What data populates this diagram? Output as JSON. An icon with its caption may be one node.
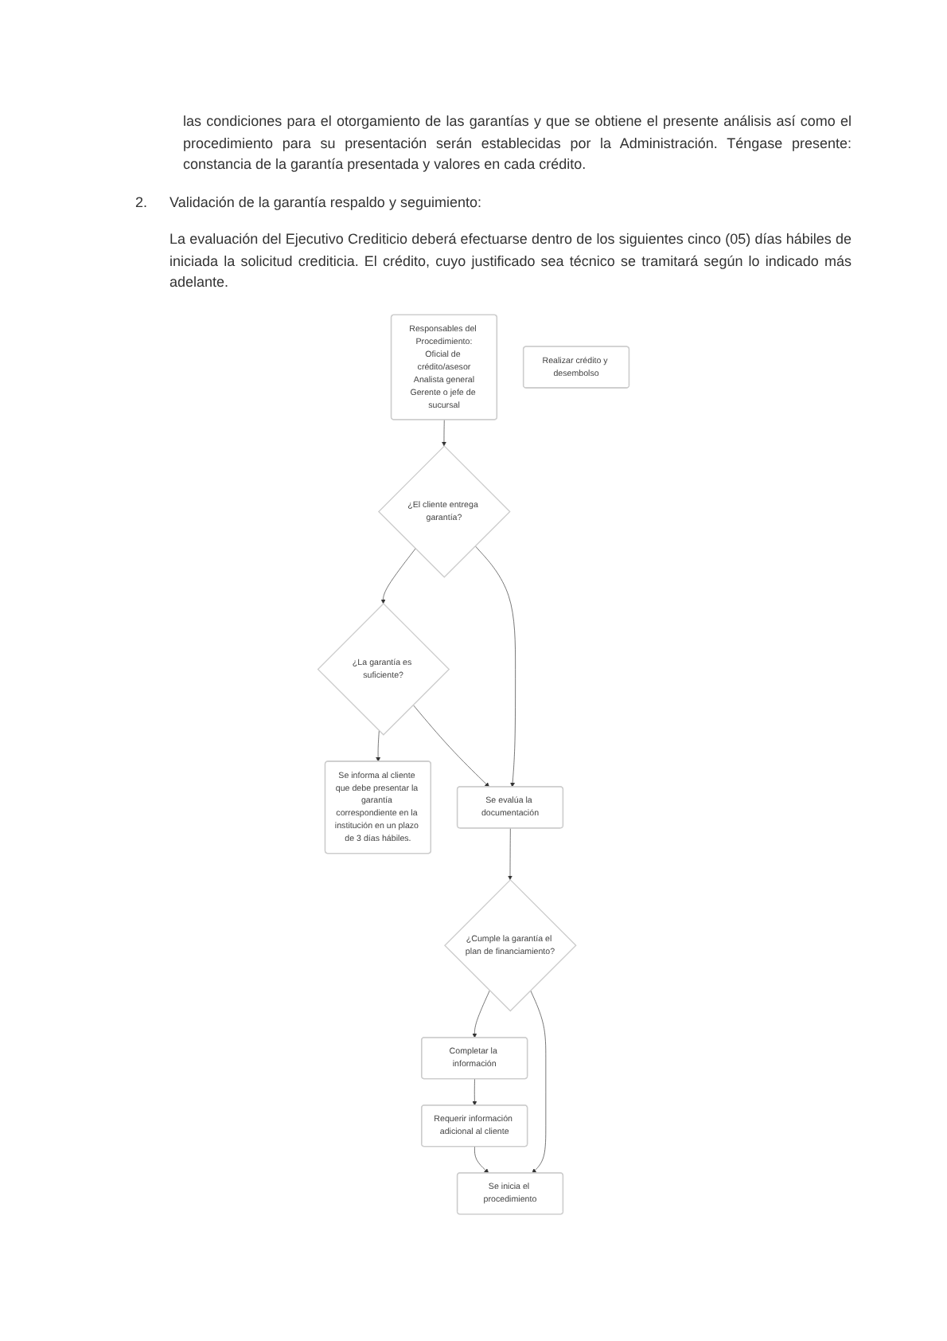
{
  "diagram": {
    "labels": [
      "las condiciones para el otorgamiento de las garantías y que se obtiene el presente análisis así como el procedimiento para su presentación serán establecidas por la Administración. Téngase presente: constancia de la garantía presentada y valores en cada crédito.",
      "2.",
      "Validación de la garantía respaldo y seguimiento:",
      "La evaluación del Ejecutivo Crediticio deberá efectuarse dentro de los siguientes cinco (05) días hábiles de iniciada la solicitud crediticia. El crédito, cuyo justificado sea técnico se tramitará según lo indicado más adelante."
    ],
    "nodes": [
      {
        "text": [
          "Responsables del Procedimiento:",
          "Oficial de crédito/asesor",
          "Analista general",
          "Gerente o jefe de sucursal"
        ]
      },
      {
        "text": [
          "¿El cliente entrega garantía?"
        ]
      },
      {
        "text": [
          "¿La garantía es suficiente?"
        ]
      },
      {
        "text": [
          "Se informa al cliente que debe presentar la garantía correspondiente en la institución en un plazo de 3 días hábiles."
        ]
      },
      {
        "text": [
          "Se evalúa la documentación"
        ]
      },
      {
        "text": [
          "¿Cumple la garantía el plan de financiamiento?"
        ]
      },
      {
        "text": [
          "Completar la información"
        ]
      },
      {
        "text": [
          "Se inicia el procedimiento"
        ]
      },
      {
        "text": [
          "Requerir información adicional al cliente"
        ]
      },
      {
        "text": [
          "Realizar crédito y desembolso"
        ]
      }
    ],
    "edges": [
      {
        "from": 0,
        "to": 1,
        "arrow": "to"
      },
      {
        "from": 1,
        "to": 2,
        "arrow": "to"
      },
      {
        "from": 2,
        "to": 3,
        "arrow": "to"
      },
      {
        "from": 1,
        "to": 4,
        "arrow": "to"
      },
      {
        "from": 2,
        "to": 4,
        "arrow": "to"
      },
      {
        "from": 4,
        "to": 5,
        "arrow": "to"
      },
      {
        "from": 5,
        "to": 6,
        "arrow": "to"
      },
      {
        "from": 6,
        "to": 8,
        "arrow": "to"
      },
      {
        "from": 5,
        "to": 7,
        "arrow": "to"
      },
      {
        "from": 8,
        "to": 7,
        "arrow": "to"
      }
    ]
  }
}
